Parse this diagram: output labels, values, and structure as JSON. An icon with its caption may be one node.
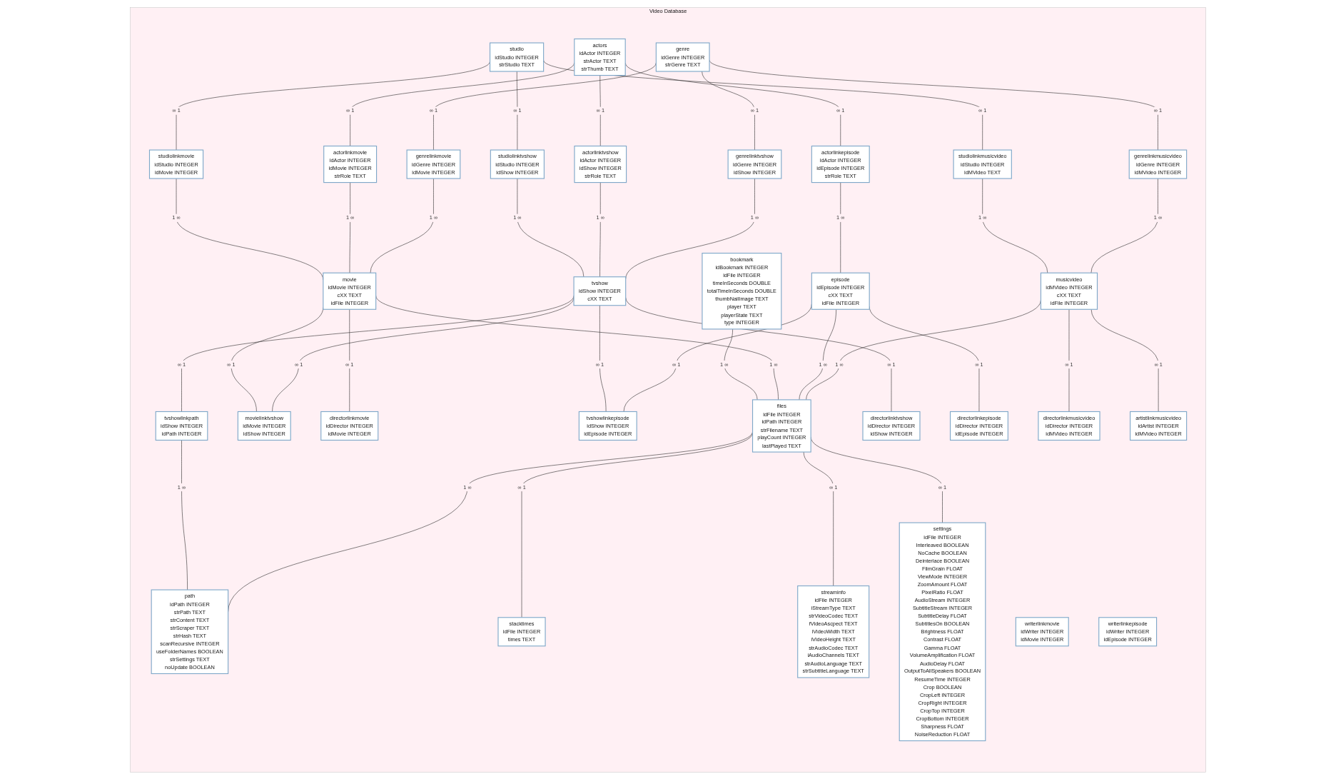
{
  "diagram": {
    "nodes": [
      {
        "text": [
          "Video Database"
        ]
      },
      {
        "text": [
          "studio",
          "idStudio INTEGER",
          "strStudio TEXT"
        ],
        "in": 0
      },
      {
        "text": [
          "studiolinkmovie",
          "idStudio INTEGER",
          "idMovie INTEGER"
        ],
        "in": 0
      },
      {
        "text": [
          "studiolinktvshow",
          "idStudio INTEGER",
          "idShow INTEGER"
        ],
        "in": 0
      },
      {
        "text": [
          "studiolinkmusicvideo",
          "idStudio INTEGER",
          "idMVideo TEXT"
        ],
        "in": 0
      },
      {
        "text": [
          "actors",
          "idActor INTEGER",
          "strActor TEXT",
          "strThumb TEXT"
        ],
        "in": 0
      },
      {
        "text": [
          "actorlinkmovie",
          "idActor INTEGER",
          "idMovie INTEGER",
          "strRole TEXT"
        ],
        "in": 0
      },
      {
        "text": [
          "actorlinktvshow",
          "idActor INTEGER",
          "idShow INTEGER",
          "strRole TEXT"
        ],
        "in": 0
      },
      {
        "text": [
          "actorlinkepisode",
          "idActor INTEGER",
          "idEpisode INTEGER",
          "strRole TEXT"
        ],
        "in": 0
      },
      {
        "text": [
          "writerlinkmovie",
          "idWriter INTEGER",
          "idMovie INTEGER"
        ],
        "in": 0
      },
      {
        "text": [
          "writerlinkepisode",
          "idWriter INTEGER",
          "idEpisode INTEGER"
        ],
        "in": 0
      },
      {
        "text": [
          "genre",
          "idGenre INTEGER",
          "strGenre TEXT"
        ],
        "in": 0
      },
      {
        "text": [
          "genrelinkmovie",
          "idGenre INTEGER",
          "idMovie INTEGER"
        ],
        "in": 0
      },
      {
        "text": [
          "genrelinktvshow",
          "idGenre INTEGER",
          "idShow INTEGER"
        ],
        "in": 0
      },
      {
        "text": [
          "genrelinkmusicvideo",
          "idGenre INTEGER",
          "idMVideo INTEGER"
        ],
        "in": 0
      },
      {
        "text": [
          "bookmark",
          "idBookmark INTEGER",
          "idFile INTEGER",
          "timeInSeconds DOUBLE",
          "totalTimeInSeconds DOUBLE",
          "thumbNailImage TEXT",
          "player TEXT",
          "playerState TEXT",
          "type INTEGER"
        ],
        "in": 0
      },
      {
        "text": [
          "movie",
          "idMovie INTEGER",
          "cXX TEXT",
          "idFile INTEGER"
        ],
        "in": 0
      },
      {
        "text": [
          "movielinktvshow",
          "idMovie INTEGER",
          "idShow INTEGER"
        ],
        "in": 0
      },
      {
        "text": [
          "tvshow",
          "idShow INTEGER",
          "cXX TEXT"
        ],
        "in": 0
      },
      {
        "text": [
          "tvshowlinkepisode",
          "idShow INTEGER",
          "idEpisode INTEGER"
        ],
        "in": 0
      },
      {
        "text": [
          "episode",
          "idEpisode INTEGER",
          "cXX TEXT",
          "idFile INTEGER"
        ],
        "in": 0
      },
      {
        "text": [
          "musicvideo",
          "idMVideo INTEGER",
          "cXX TEXT",
          "idFile INTEGER"
        ],
        "in": 0
      },
      {
        "text": [
          "tvshowlinkpath",
          "idShow INTEGER",
          "idPath INTEGER"
        ],
        "in": 0
      },
      {
        "text": [
          "directorlinkmovie",
          "idDirector INTEGER",
          "idMovie INTEGER"
        ],
        "in": 0
      },
      {
        "text": [
          "directorlinktvshow",
          "idDirector INTEGER",
          "idShow INTEGER"
        ],
        "in": 0
      },
      {
        "text": [
          "directorlinkepisode",
          "idDirector INTEGER",
          "idEpisode INTEGER"
        ],
        "in": 0
      },
      {
        "text": [
          "directorlinkmusicvideo",
          "idDirector INTEGER",
          "idMVideo INTEGER"
        ],
        "in": 0
      },
      {
        "text": [
          "artistlinkmusicvideo",
          "idArtist INTEGER",
          "idMVideo INTEGER"
        ],
        "in": 0
      },
      {
        "text": [
          "files",
          "idFile INTEGER",
          "idPath INTEGER",
          "strFilename TEXT",
          "playCount INTEGER",
          "lastPlayed TEXT"
        ],
        "in": 0
      },
      {
        "text": [
          "path",
          "idPath INTEGER",
          "strPath TEXT",
          "strContent TEXT",
          "strScraper TEXT",
          "strHash TEXT",
          "scanRecursive INTEGER",
          "useFolderNames BOOLEAN",
          "strSettings TEXT",
          "noUpdate BOOLEAN"
        ],
        "in": 0
      },
      {
        "text": [
          "stacktimes",
          "idFile INTEGER",
          "times TEXT"
        ],
        "in": 0
      },
      {
        "text": [
          "streaminfo",
          "idFile INTEGER",
          "iStreamType TEXT",
          "strVideoCodec TEXT",
          "fVideoAscpect TEXT",
          "iVideoWidth TEXT",
          "iVideoHeight TEXT",
          "strAudioCodec TEXT",
          "iAudioChannels TEXT",
          "strAudioLanguage TEXT",
          "strSubtitleLanguage TEXT"
        ],
        "in": 0
      },
      {
        "text": [
          "settings",
          "idFile INTEGER",
          "Interleaved BOOLEAN",
          "NoCache BOOLEAN",
          "Deinterlace BOOLEAN",
          "FilmGrain FLOAT",
          "ViewMode INTEGER",
          "ZoomAmount FLOAT",
          "PixelRatio FLOAT",
          "AudioStream INTEGER",
          "SubtitleStream INTEGER",
          "SubtitleDelay FLOAT",
          "SubtitlesOn BOOLEAN",
          "Brightness FLOAT",
          "Contrast FLOAT",
          "Gamma FLOAT",
          "VolumeAmplification FLOAT",
          "AudioDelay FLOAT",
          "OutputToAllSpeakers BOOLEAN",
          "ResumeTime INTEGER",
          "Crop BOOLEAN",
          "CropLeft INTEGER",
          "CropRight INTEGER",
          "CropTop INTEGER",
          "CropBottom INTEGER",
          "Sharpness FLOAT",
          "NoiseReduction FLOAT"
        ],
        "in": 0
      }
    ],
    "edges": [
      {
        "from": 1,
        "to": 2,
        "arrow": "none",
        "label": "∞ 1"
      },
      {
        "from": 1,
        "to": 3,
        "arrow": "none",
        "label": "∞ 1"
      },
      {
        "from": 1,
        "to": 4,
        "arrow": "none",
        "label": "∞ 1"
      },
      {
        "from": 2,
        "to": 16,
        "arrow": "none",
        "label": "1 ∞"
      },
      {
        "from": 3,
        "to": 18,
        "arrow": "none",
        "label": "1 ∞"
      },
      {
        "from": 4,
        "to": 21,
        "arrow": "none",
        "label": "1 ∞"
      },
      {
        "from": 5,
        "to": 6,
        "arrow": "none",
        "label": "∞ 1"
      },
      {
        "from": 5,
        "to": 7,
        "arrow": "none",
        "label": "∞ 1"
      },
      {
        "from": 5,
        "to": 8,
        "arrow": "none",
        "label": "∞ 1"
      },
      {
        "from": 6,
        "to": 16,
        "arrow": "none",
        "label": "1 ∞"
      },
      {
        "from": 7,
        "to": 18,
        "arrow": "none",
        "label": "1 ∞"
      },
      {
        "from": 8,
        "to": 20,
        "arrow": "none",
        "label": "1 ∞"
      },
      {
        "from": 11,
        "to": 12,
        "arrow": "none",
        "label": "∞ 1"
      },
      {
        "from": 11,
        "to": 13,
        "arrow": "none",
        "label": "∞ 1"
      },
      {
        "from": 11,
        "to": 14,
        "arrow": "none",
        "label": "∞ 1"
      },
      {
        "from": 12,
        "to": 16,
        "arrow": "none",
        "label": "1 ∞"
      },
      {
        "from": 13,
        "to": 18,
        "arrow": "none",
        "label": "1 ∞"
      },
      {
        "from": 14,
        "to": 21,
        "arrow": "none",
        "label": "1 ∞"
      },
      {
        "from": 15,
        "to": 28,
        "arrow": "none",
        "label": "1 ∞"
      },
      {
        "from": 16,
        "to": 28,
        "arrow": "none",
        "label": "1 ∞"
      },
      {
        "from": 16,
        "to": 17,
        "arrow": "none",
        "label": "∞ 1"
      },
      {
        "from": 16,
        "to": 23,
        "arrow": "none",
        "label": "∞ 1"
      },
      {
        "from": 18,
        "to": 17,
        "arrow": "none",
        "label": "∞ 1"
      },
      {
        "from": 18,
        "to": 19,
        "arrow": "none",
        "label": "∞ 1"
      },
      {
        "from": 18,
        "to": 22,
        "arrow": "none",
        "label": "∞ 1"
      },
      {
        "from": 18,
        "to": 24,
        "arrow": "none",
        "label": "∞ 1"
      },
      {
        "from": 20,
        "to": 19,
        "arrow": "none",
        "label": "∞ 1"
      },
      {
        "from": 20,
        "to": 25,
        "arrow": "none",
        "label": "∞ 1"
      },
      {
        "from": 20,
        "to": 28,
        "arrow": "none",
        "label": "1 ∞"
      },
      {
        "from": 21,
        "to": 26,
        "arrow": "none",
        "label": "∞ 1"
      },
      {
        "from": 21,
        "to": 27,
        "arrow": "none",
        "label": "∞ 1"
      },
      {
        "from": 21,
        "to": 28,
        "arrow": "none",
        "label": "1 ∞"
      },
      {
        "from": 22,
        "to": 29,
        "arrow": "none",
        "label": "1 ∞"
      },
      {
        "from": 28,
        "to": 30,
        "arrow": "none",
        "label": "∞ 1"
      },
      {
        "from": 28,
        "to": 31,
        "arrow": "none",
        "label": "∞ 1"
      },
      {
        "from": 28,
        "to": 32,
        "arrow": "none",
        "label": "∞ 1"
      },
      {
        "from": 28,
        "to": 29,
        "arrow": "none",
        "label": "1 ∞"
      }
    ]
  }
}
